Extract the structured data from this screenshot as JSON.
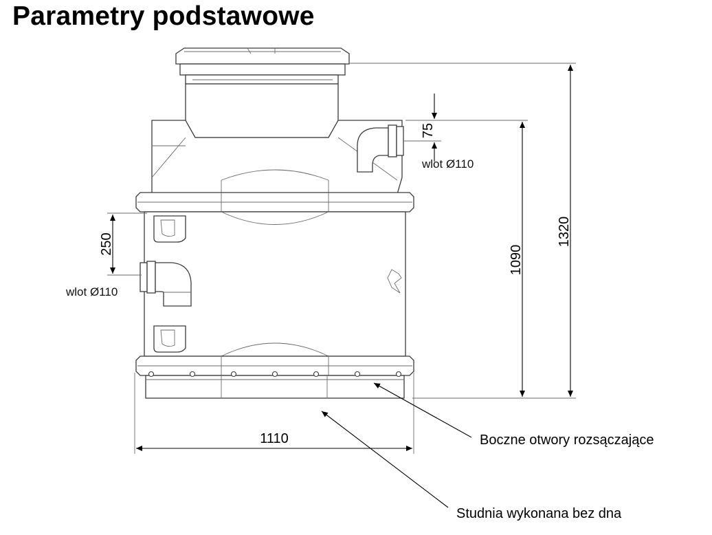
{
  "title": "Parametry podstawowe",
  "dimensions": {
    "total_height": "1320",
    "body_height": "1090",
    "inlet_offset_top": "75",
    "inlet_spacing_side": "250",
    "width": "1110"
  },
  "inlets": {
    "right": "wlot Ø110",
    "left": "wlot Ø110"
  },
  "callouts": {
    "side_holes": "Boczne otwory rozsączające",
    "no_bottom": "Studnia wykonana bez dna"
  }
}
